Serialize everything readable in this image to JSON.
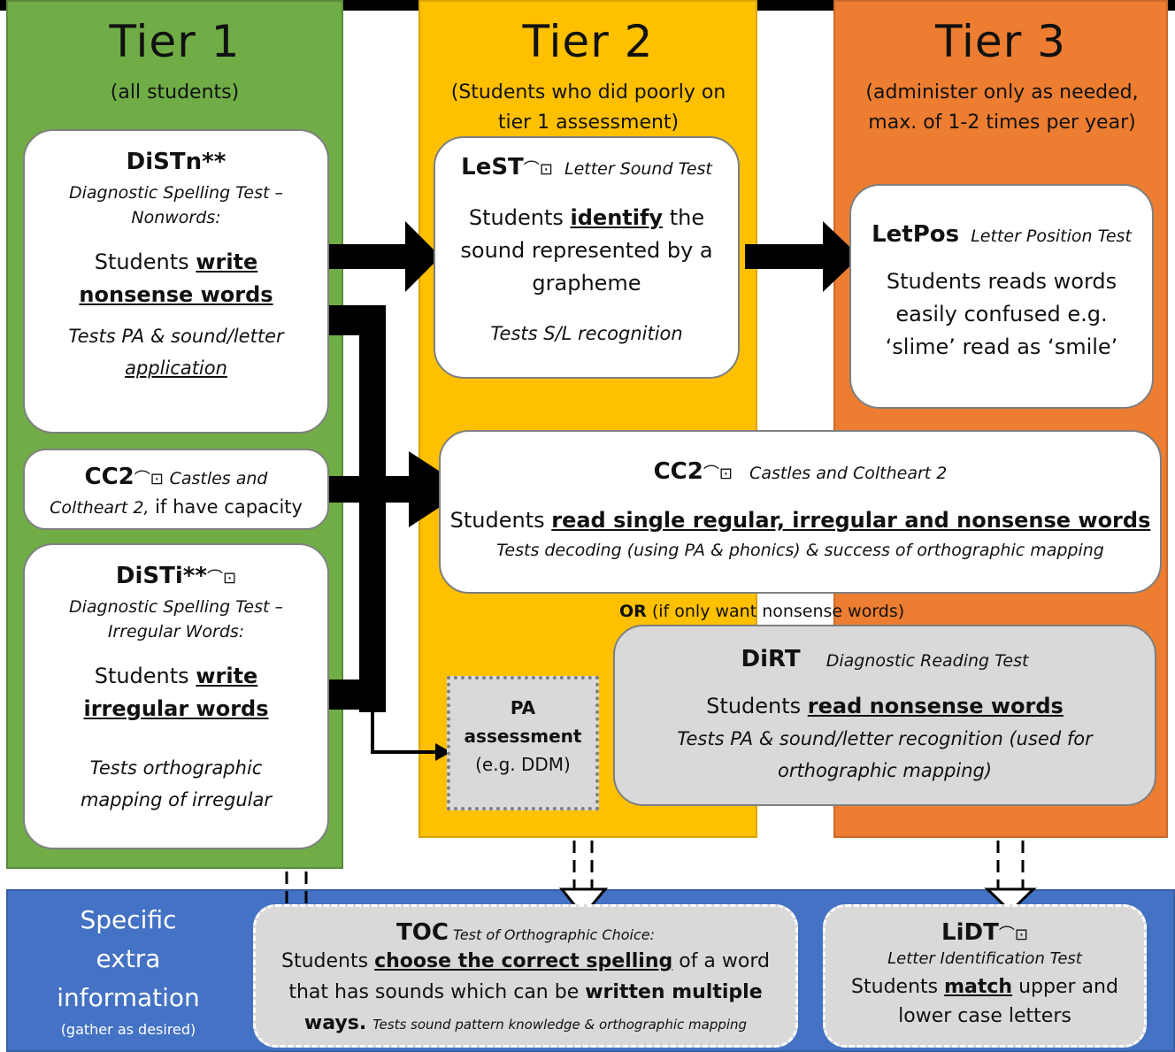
{
  "tiers": [
    {
      "title": "Tier 1",
      "subtitle": "(all students)"
    },
    {
      "title": "Tier 2",
      "subtitle": "(Students who did poorly on tier 1 assessment)"
    },
    {
      "title": "Tier 3",
      "subtitle": "(administer only as needed, max. of 1-2 times per year)"
    }
  ],
  "tier1": {
    "distn": {
      "name": "DiSTn**",
      "full": "Diagnostic Spelling Test – Nonwords:",
      "task_pre": "Students ",
      "task_bold": "write nonsense words",
      "tests_pre": "Tests PA & sound/letter ",
      "tests_u": "application"
    },
    "cc2": {
      "name": "CC2",
      "mouse": "⌒⊡",
      "full": "Castles and",
      "full2": "Coltheart 2,",
      "extra": " if have capacity"
    },
    "disti": {
      "name": "DiSTi**",
      "mouse": "⌒⊡",
      "full": "Diagnostic Spelling Test – Irregular Words:",
      "task_pre": "Students ",
      "task_bold": "write irregular words",
      "tests": "Tests orthographic mapping of irregular"
    }
  },
  "tier2": {
    "lest": {
      "name": "LeST",
      "mouse": "⌒⊡",
      "full": "Letter Sound Test",
      "task_pre": "Students ",
      "task_bold": "identify",
      "task_post": " the sound represented by a grapheme",
      "tests": "Tests S/L recognition"
    },
    "cc2": {
      "name": "CC2",
      "mouse": "⌒⊡",
      "full": "Castles and Coltheart 2",
      "task_pre": "Students ",
      "task_bold": "read single regular, irregular and nonsense words",
      "tests": "Tests decoding (using PA & phonics) & success of orthographic mapping"
    },
    "or": {
      "bold": "OR",
      "rest": " (if only want nonsense words)"
    },
    "dirt": {
      "name": "DiRT",
      "full": "Diagnostic Reading Test",
      "task_pre": "Students ",
      "task_bold": "read nonsense words",
      "tests": "Tests PA & sound/letter recognition (used for orthographic mapping)"
    },
    "pa": {
      "line1": "PA",
      "line2": "assessment",
      "line3": "(e.g. DDM)"
    }
  },
  "tier3": {
    "letpos": {
      "name": "LetPos",
      "full": "Letter Position Test",
      "task": "Students reads words easily confused e.g. ‘slime’ read as ‘smile’"
    }
  },
  "bottom": {
    "label_lines": [
      "Specific",
      "extra",
      "information"
    ],
    "label_note": "(gather as desired)",
    "toc": {
      "name": "TOC",
      "full": "Test of Orthographic Choice:",
      "pre": "Students ",
      "b1": "choose the correct spelling",
      "mid": " of a word that has sounds which can be ",
      "b2": "written multiple ways.",
      "tests": "Tests sound pattern knowledge & orthographic mapping"
    },
    "lidt": {
      "name": "LiDT",
      "mouse": "⌒⊡",
      "full": "Letter Identification Test",
      "pre": "Students ",
      "b": "match",
      "post": " upper and lower case letters"
    }
  },
  "colors": {
    "tier1": "#70ad47",
    "tier2": "#ffc000",
    "tier3": "#ed7d31",
    "bottom": "#4472c4",
    "box": "#ffffff",
    "grey_box": "#d9d9d9"
  }
}
